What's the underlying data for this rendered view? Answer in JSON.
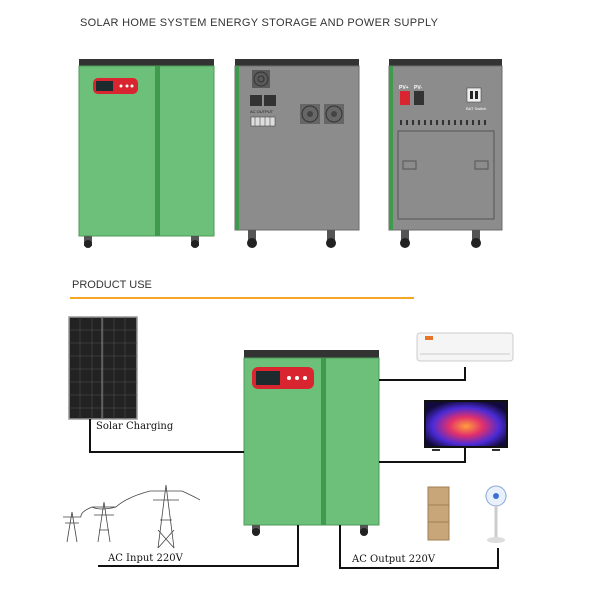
{
  "header": {
    "title": "SOLAR HOME SYSTEM ENERGY STORAGE  AND POWER SUPPLY"
  },
  "product_use": {
    "heading": "PRODUCT USE"
  },
  "labels": {
    "solar_charging": "Solar Charging",
    "ac_input": "AC Input 220V",
    "ac_output": "AC Output 220V"
  },
  "panel": {
    "pv_pos": "PV+",
    "pv_neg": "PV-",
    "bat_switch": "BAT Switch",
    "ac_output": "AC OUTPUT"
  },
  "colors": {
    "cabinet_green": "#6cc07a",
    "accent_orange": "#f5a623",
    "display_red": "#d9252f"
  }
}
